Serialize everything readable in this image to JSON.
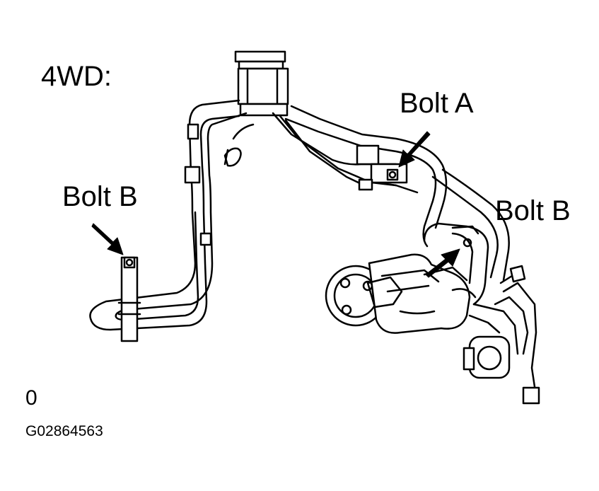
{
  "labels": {
    "title": "4WD:",
    "bolt_b_left": "Bolt B",
    "bolt_a": "Bolt A",
    "bolt_b_right": "Bolt B",
    "page_marker": "0",
    "figure_code": "G02864563"
  }
}
